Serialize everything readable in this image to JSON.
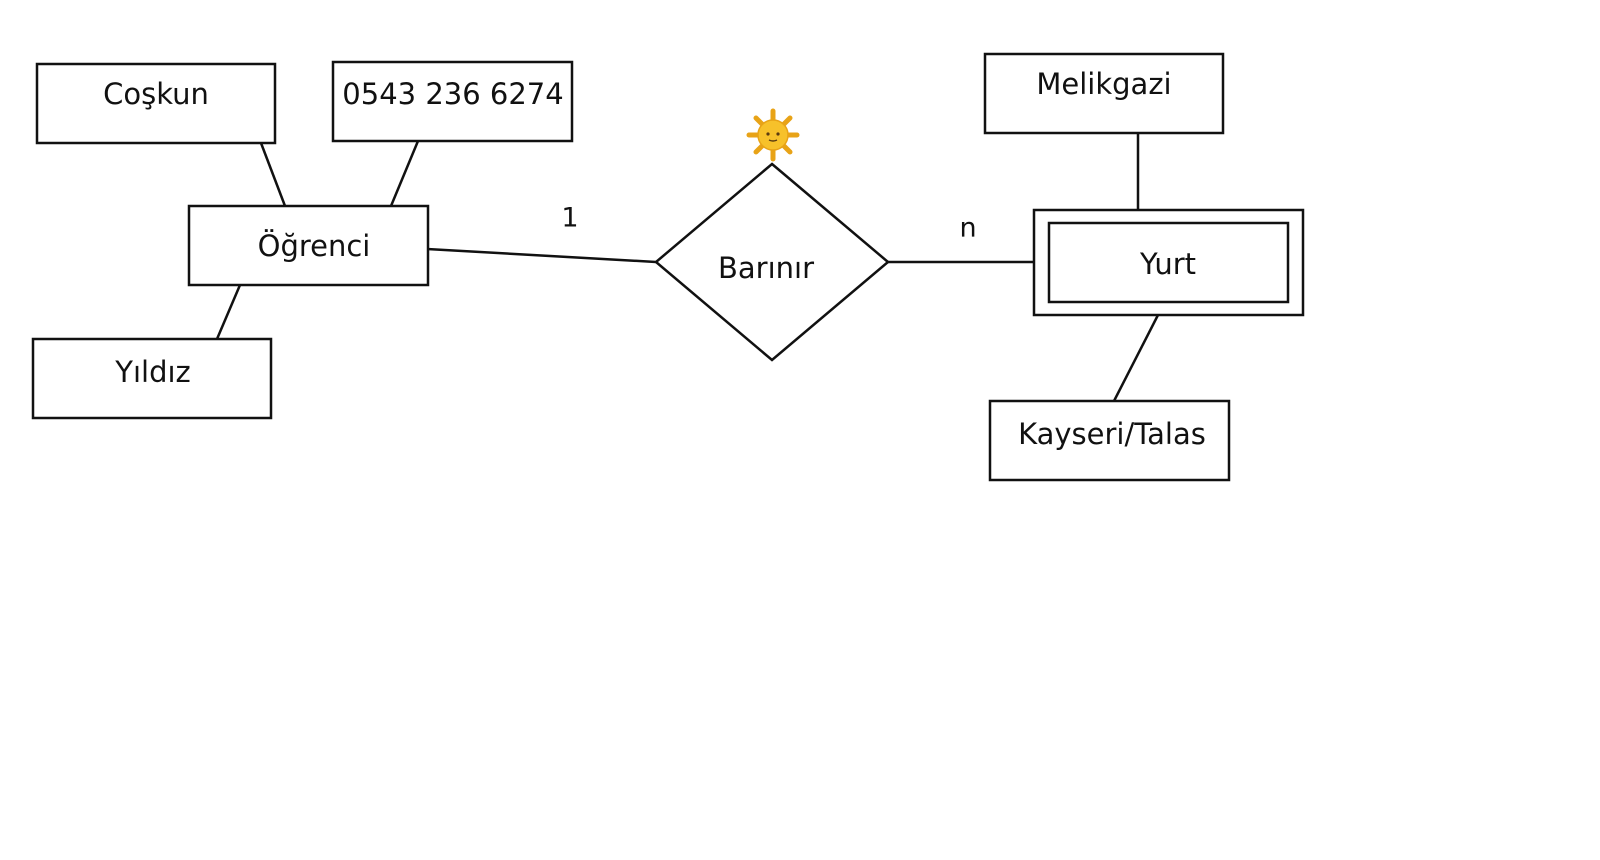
{
  "diagram": {
    "entities": {
      "ogrenci": "Öğrenci",
      "yurt": "Yurt"
    },
    "relationship": "Barınır",
    "attributes": {
      "coskun": "Coşkun",
      "phone": "0543 236 6274",
      "yildiz": "Yıldız",
      "melikgazi": "Melikgazi",
      "kayseri_talas": "Kayseri/Talas"
    },
    "cardinality": {
      "ogrenci_side": "1",
      "yurt_side": "n"
    },
    "decoration_icon": "sun-face-icon",
    "colors": {
      "stroke": "#111111",
      "sun": "#f7c12a",
      "sun_edge": "#e8a317"
    }
  }
}
